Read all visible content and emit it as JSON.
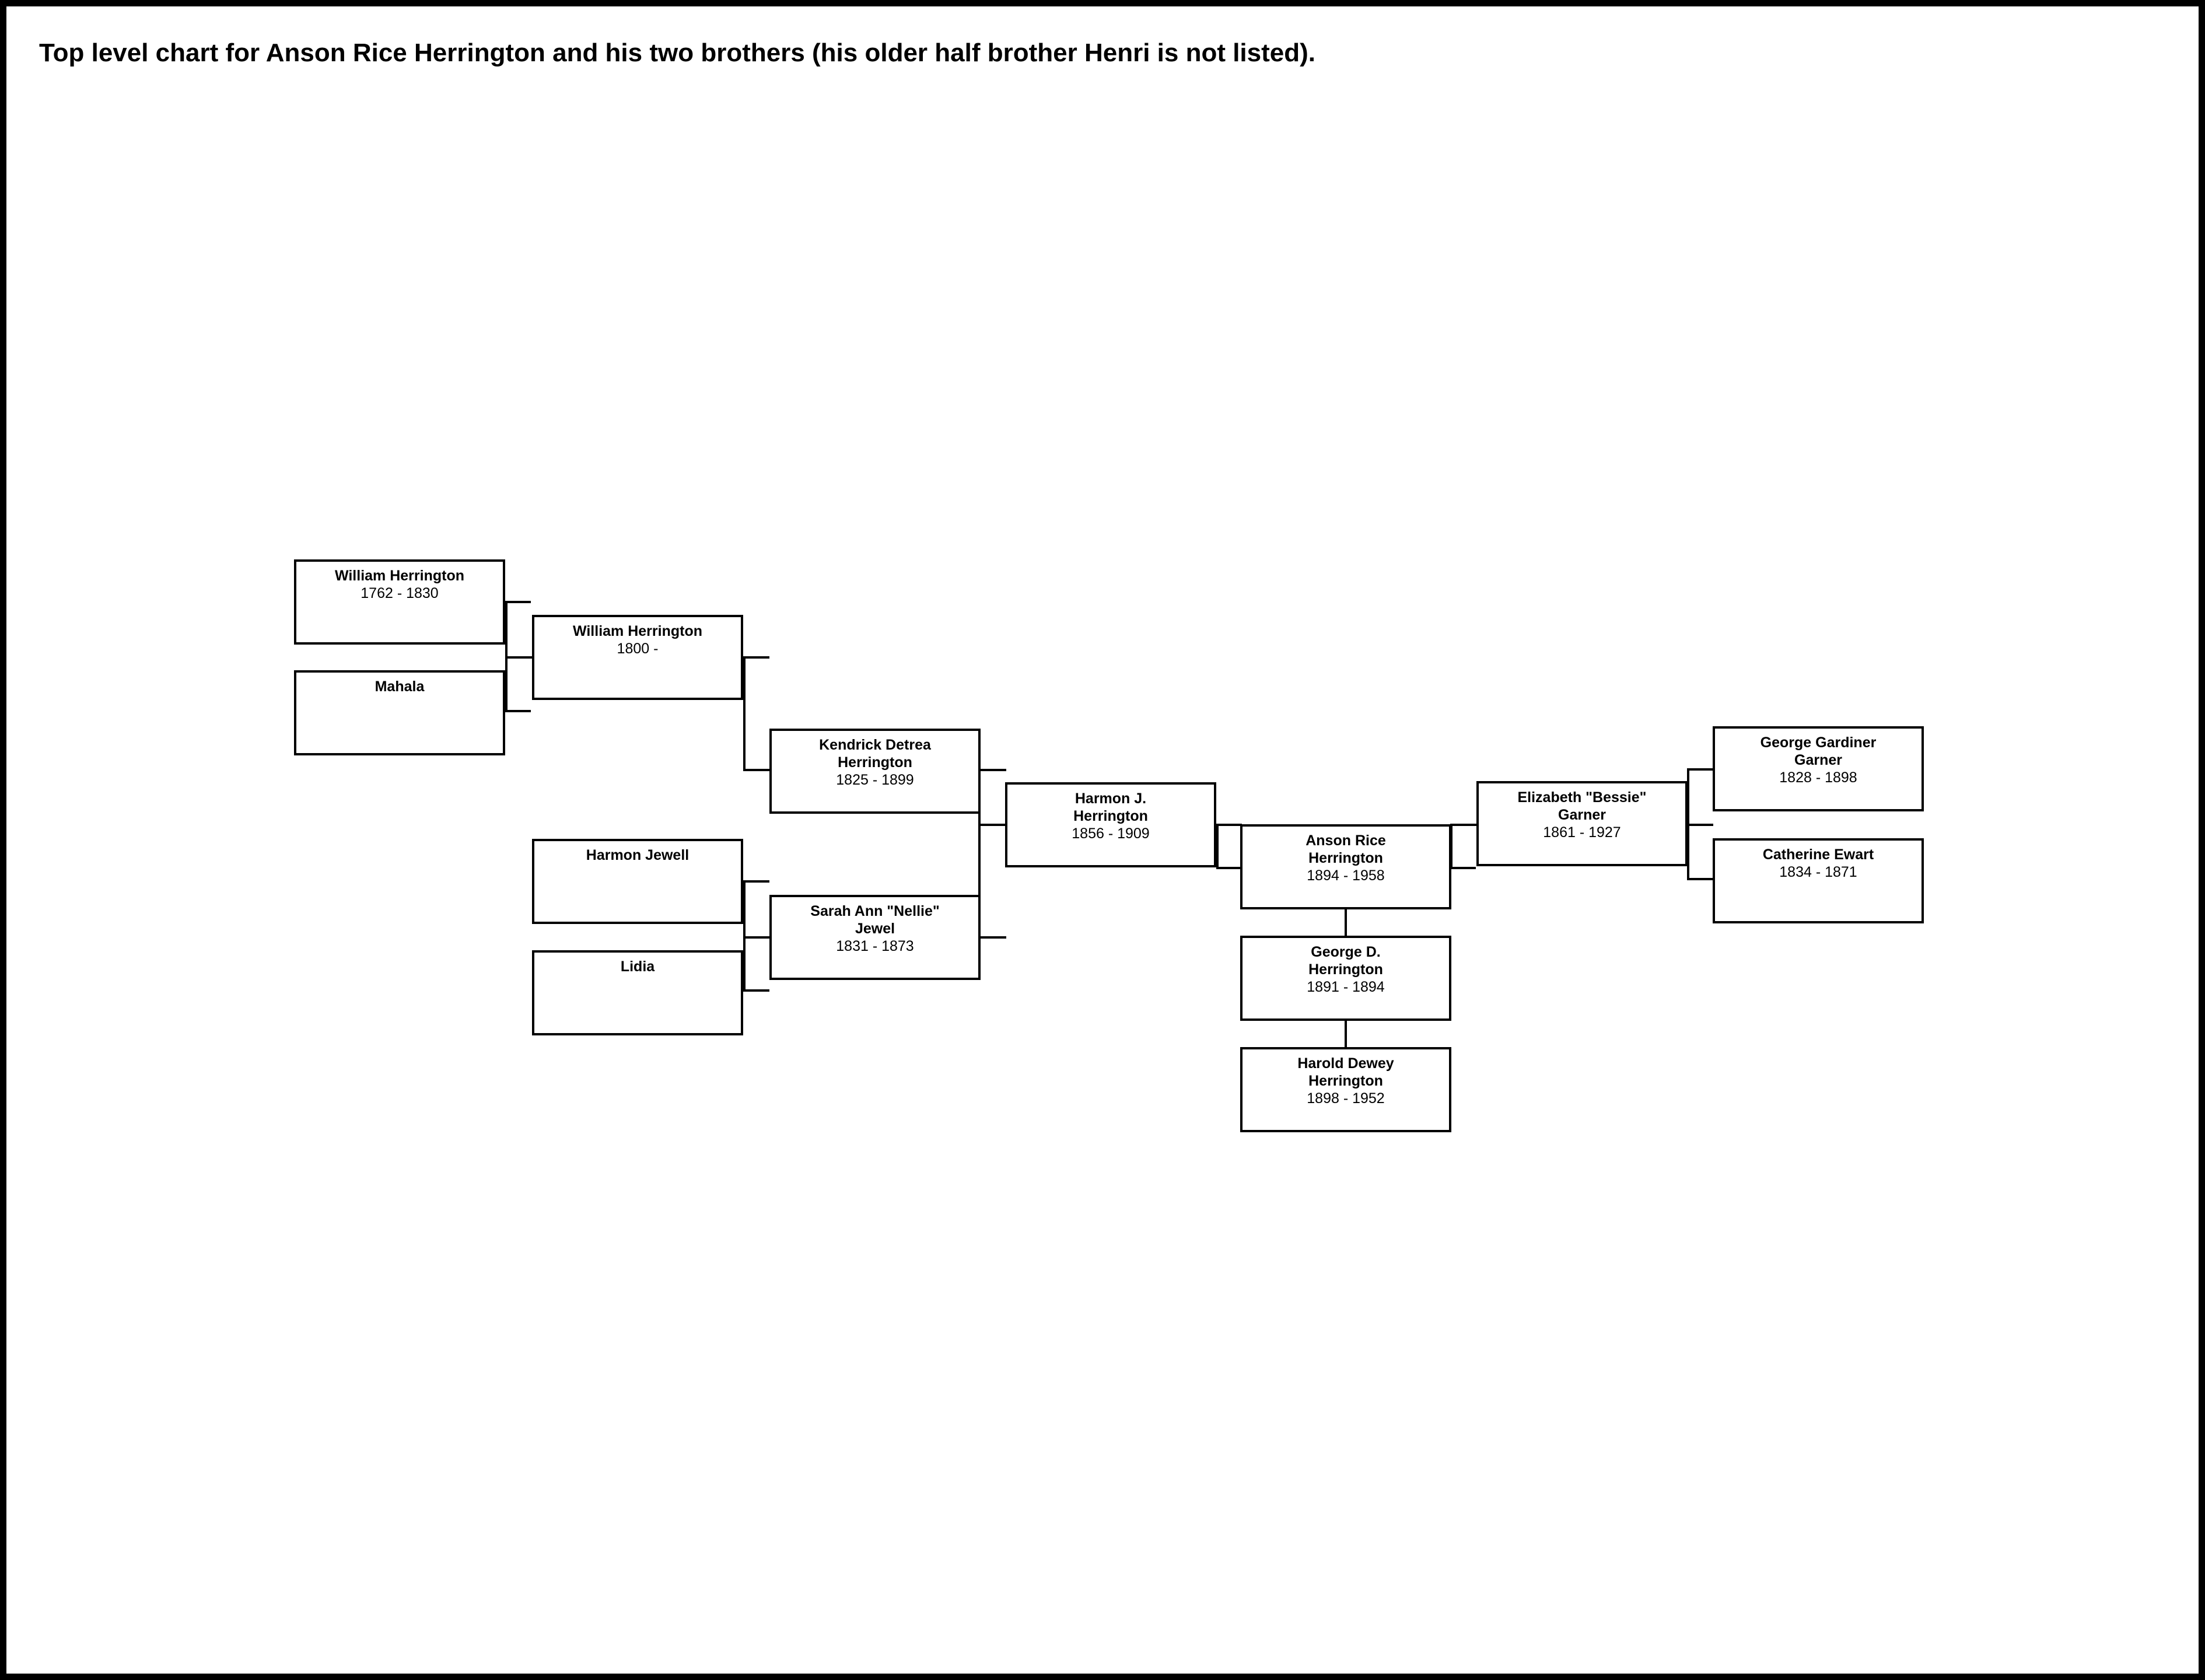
{
  "chart_title": "Top level chart for Anson Rice Herrington and his two brothers (his older half brother Henri is not listed).",
  "chart_data": {
    "type": "diagram",
    "diagram_kind": "genealogy-pedigree-chart",
    "title": "Top level chart for Anson Rice Herrington and his two brothers (his older half brother Henri is not listed).",
    "colors": {
      "box_border": "#000000",
      "box_fill": "#ffffff",
      "text": "#000000",
      "connector": "#000000",
      "page_border": "#000000"
    },
    "nodes": [
      {
        "id": "william_herrington_1762",
        "name": "William Herrington",
        "dates": "1762 - 1830",
        "generation": 4
      },
      {
        "id": "mahala",
        "name": "Mahala",
        "dates": "",
        "generation": 4
      },
      {
        "id": "william_herrington_1800",
        "name": "William Herrington",
        "dates": "1800 -",
        "generation": 3
      },
      {
        "id": "harmon_jewell",
        "name": "Harmon Jewell",
        "dates": "",
        "generation": 4
      },
      {
        "id": "lidia",
        "name": "Lidia",
        "dates": "",
        "generation": 4
      },
      {
        "id": "sarah_ann_nellie_jewel",
        "name": "Sarah Ann \"Nellie\"\nJewel",
        "dates": "1831 - 1873",
        "generation": 3
      },
      {
        "id": "kendrick_detrea_herrington",
        "name": "Kendrick Detrea\nHerrington",
        "dates": "1825 - 1899",
        "generation": 2
      },
      {
        "id": "harmon_j_herrington",
        "name": "Harmon J.\nHerrington",
        "dates": "1856 - 1909",
        "generation": 1
      },
      {
        "id": "anson_rice_herrington",
        "name": "Anson Rice\nHerrington",
        "dates": "1894 - 1958",
        "generation": 0
      },
      {
        "id": "george_d_herrington",
        "name": "George D.\nHerrington",
        "dates": "1891 - 1894",
        "generation": 0
      },
      {
        "id": "harold_dewey_herrington",
        "name": "Harold Dewey\nHerrington",
        "dates": "1898 - 1952",
        "generation": 0
      },
      {
        "id": "elizabeth_bessie_garner",
        "name": "Elizabeth \"Bessie\"\nGarner",
        "dates": "1861 - 1927",
        "generation": 1
      },
      {
        "id": "george_gardiner_garner",
        "name": "George Gardiner\nGarner",
        "dates": "1828 - 1898",
        "generation": 2
      },
      {
        "id": "catherine_ewart",
        "name": "Catherine Ewart",
        "dates": "1834 - 1871",
        "generation": 2
      }
    ],
    "relations": [
      {
        "type": "parents",
        "parents": [
          "william_herrington_1762",
          "mahala"
        ],
        "child": "william_herrington_1800"
      },
      {
        "type": "parents",
        "parents": [
          "harmon_jewell",
          "lidia"
        ],
        "child": "sarah_ann_nellie_jewel"
      },
      {
        "type": "parents",
        "parents": [
          "william_herrington_1800",
          "sarah_ann_nellie_jewel"
        ],
        "child": "kendrick_detrea_herrington"
      },
      {
        "type": "parents",
        "parents": [
          "kendrick_detrea_herrington",
          "sarah_ann_nellie_jewel"
        ],
        "child": "harmon_j_herrington"
      },
      {
        "type": "parents",
        "parents": [
          "harmon_j_herrington",
          "elizabeth_bessie_garner"
        ],
        "child": "anson_rice_herrington"
      },
      {
        "type": "parents",
        "parents": [
          "george_gardiner_garner",
          "catherine_ewart"
        ],
        "child": "elizabeth_bessie_garner"
      },
      {
        "type": "siblings",
        "of": "anson_rice_herrington",
        "siblings": [
          "george_d_herrington",
          "harold_dewey_herrington"
        ]
      }
    ]
  },
  "boxes": {
    "william_herrington_1762": {
      "name": "William Herrington",
      "dates": "1762 - 1830"
    },
    "mahala": {
      "name": "Mahala",
      "dates": ""
    },
    "william_herrington_1800": {
      "name": "William Herrington",
      "dates": "1800 -"
    },
    "harmon_jewell": {
      "name": "Harmon Jewell",
      "dates": ""
    },
    "lidia": {
      "name": "Lidia",
      "dates": ""
    },
    "sarah_ann_nellie_jewel": {
      "name": "Sarah Ann \"Nellie\"\nJewel",
      "dates": "1831 - 1873"
    },
    "kendrick_detrea_herrington": {
      "name": "Kendrick Detrea\nHerrington",
      "dates": "1825 - 1899"
    },
    "harmon_j_herrington": {
      "name": "Harmon J.\nHerrington",
      "dates": "1856 - 1909"
    },
    "anson_rice_herrington": {
      "name": "Anson Rice\nHerrington",
      "dates": "1894 - 1958"
    },
    "george_d_herrington": {
      "name": "George D.\nHerrington",
      "dates": "1891 - 1894"
    },
    "harold_dewey_herrington": {
      "name": "Harold Dewey\nHerrington",
      "dates": "1898 - 1952"
    },
    "elizabeth_bessie_garner": {
      "name": "Elizabeth \"Bessie\"\nGarner",
      "dates": "1861 - 1927"
    },
    "george_gardiner_garner": {
      "name": "George Gardiner\nGarner",
      "dates": "1828 - 1898"
    },
    "catherine_ewart": {
      "name": "Catherine Ewart",
      "dates": "1834 - 1871"
    }
  }
}
